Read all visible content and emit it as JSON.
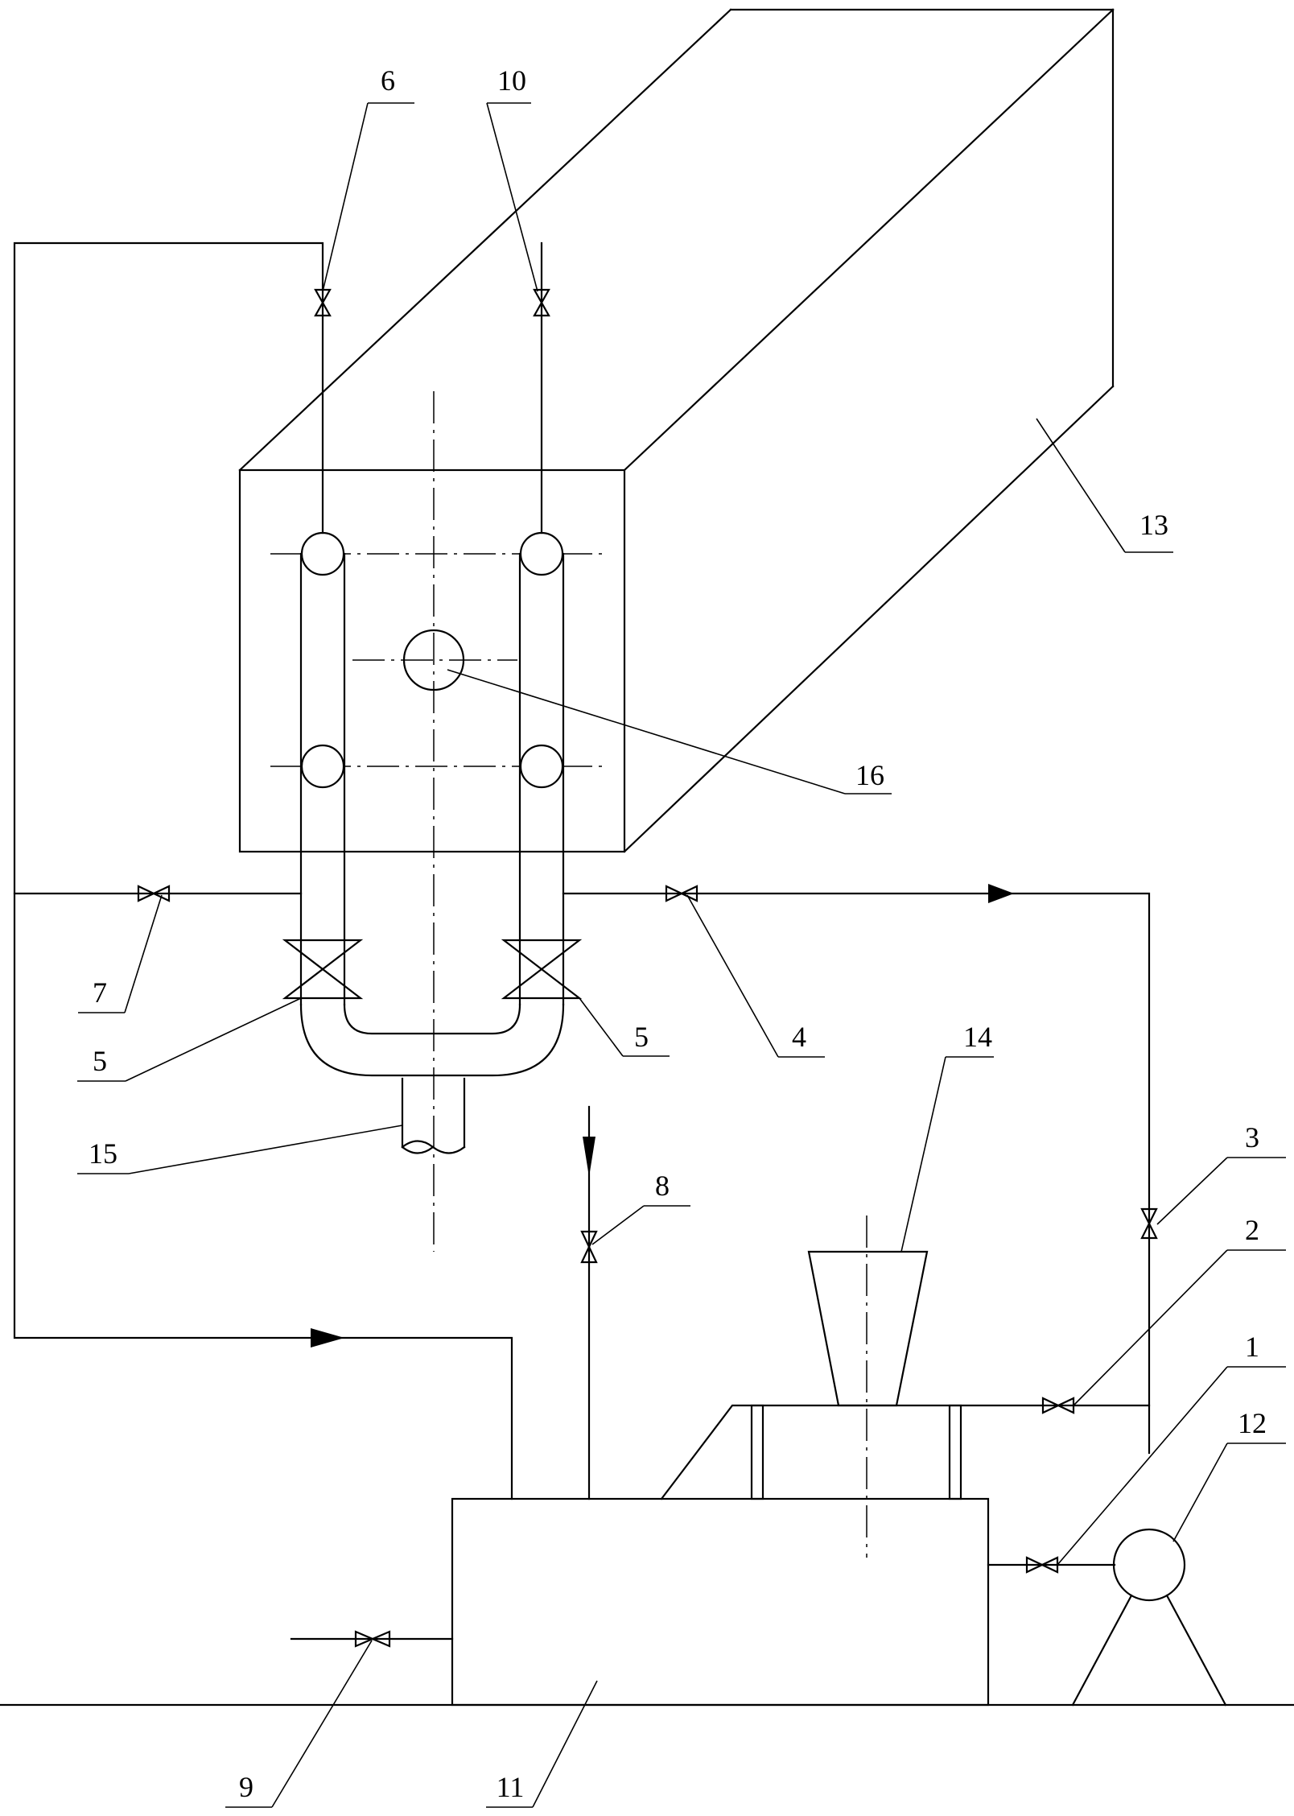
{
  "labels": {
    "l1": "1",
    "l2": "2",
    "l3": "3",
    "l4": "4",
    "l5a": "5",
    "l5b": "5",
    "l6": "6",
    "l7": "7",
    "l8": "8",
    "l9": "9",
    "l10": "10",
    "l11": "11",
    "l12": "12",
    "l13": "13",
    "l14": "14",
    "l15": "15",
    "l16": "16"
  }
}
